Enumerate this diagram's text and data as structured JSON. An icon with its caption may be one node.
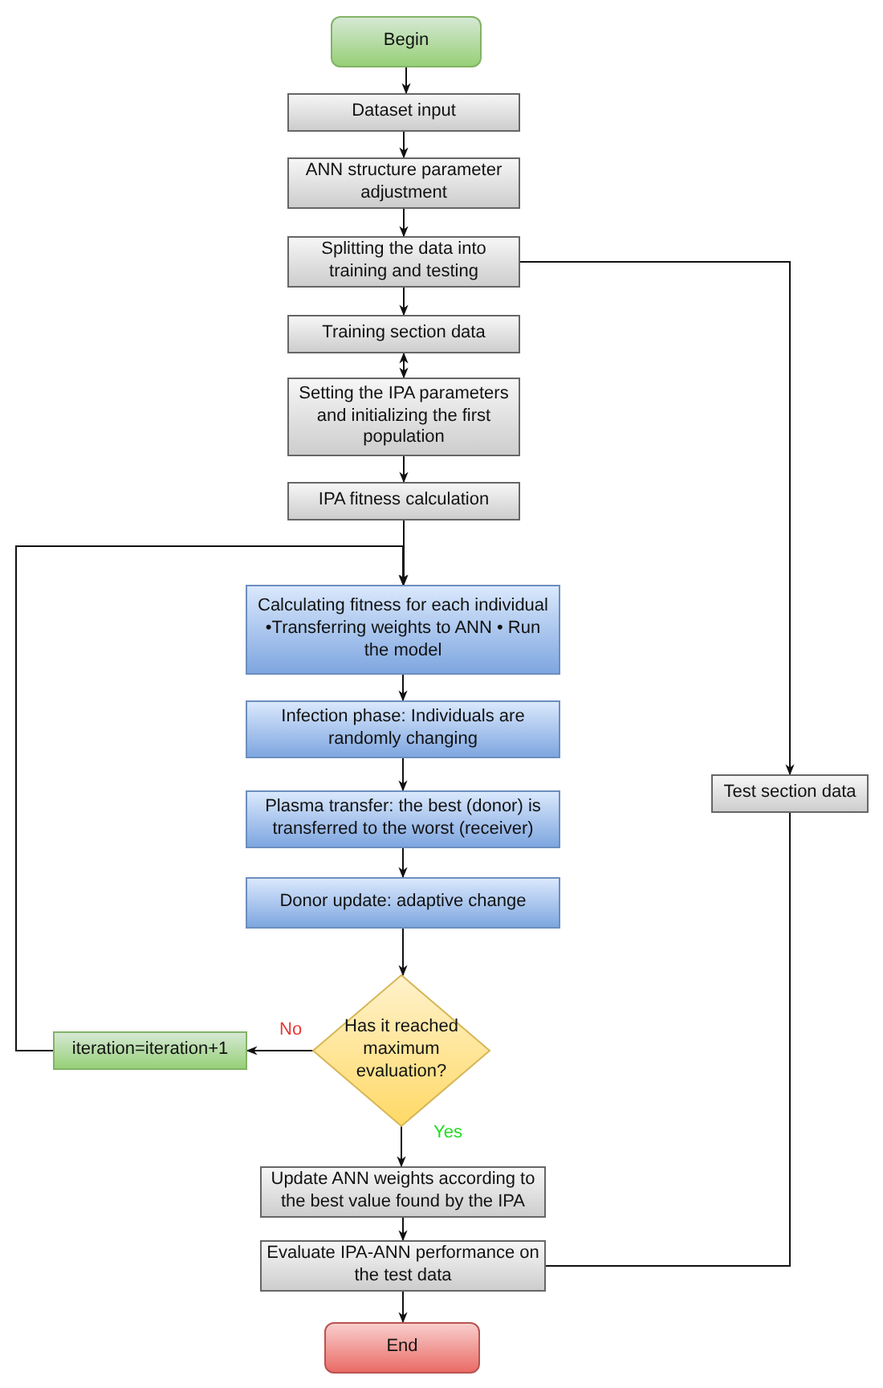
{
  "diagram": {
    "nodes": [
      {
        "text": [
          "Begin"
        ]
      },
      {
        "text": [
          "Dataset input"
        ]
      },
      {
        "text": [
          "ANN structure parameter adjustment"
        ]
      },
      {
        "text": [
          "Splitting the data into training and testing"
        ]
      },
      {
        "text": [
          "Training section data"
        ]
      },
      {
        "text": [
          "Setting the IPA parameters and initializing the first population"
        ]
      },
      {
        "text": [
          "IPA fitness calculation"
        ]
      },
      {
        "text": [
          "Calculating fitness for each individual •Transferring weights to ANN • Run the model"
        ]
      },
      {
        "text": [
          "Infection phase: Individuals are randomly changing"
        ]
      },
      {
        "text": [
          "Plasma transfer: the best (donor) is transferred to the worst (receiver)"
        ]
      },
      {
        "text": [
          "Donor update: adaptive change"
        ]
      },
      {
        "text": [
          "Has it reached maximum evaluation?"
        ]
      },
      {
        "text": [
          "iteration=iteration+1"
        ]
      },
      {
        "text": [
          "Update ANN weights according to the best value found by the IPA"
        ]
      },
      {
        "text": [
          "Evaluate IPA-ANN performance on the test data"
        ]
      },
      {
        "text": [
          "End"
        ]
      },
      {
        "text": [
          "Test section data"
        ]
      }
    ],
    "edges": [
      {
        "from": 0,
        "to": 1,
        "arrow": "to"
      },
      {
        "from": 1,
        "to": 2,
        "arrow": "to"
      },
      {
        "from": 2,
        "to": 3,
        "arrow": "to"
      },
      {
        "from": 3,
        "to": 4,
        "arrow": "to"
      },
      {
        "from": 4,
        "to": 5,
        "arrow": "both"
      },
      {
        "from": 5,
        "to": 6,
        "arrow": "to"
      },
      {
        "from": 6,
        "to": 7,
        "arrow": "to"
      },
      {
        "from": 7,
        "to": 8,
        "arrow": "to"
      },
      {
        "from": 8,
        "to": 9,
        "arrow": "to"
      },
      {
        "from": 9,
        "to": 10,
        "arrow": "to"
      },
      {
        "from": 10,
        "to": 11,
        "arrow": "to"
      },
      {
        "from": 11,
        "to": 12,
        "arrow": "to",
        "label": "No"
      },
      {
        "from": 12,
        "to": 7,
        "arrow": "to"
      },
      {
        "from": 11,
        "to": 13,
        "arrow": "to",
        "label": "Yes"
      },
      {
        "from": 13,
        "to": 14,
        "arrow": "to"
      },
      {
        "from": 14,
        "to": 15,
        "arrow": "to"
      },
      {
        "from": 3,
        "to": 16,
        "arrow": "to"
      },
      {
        "from": 16,
        "to": 14,
        "arrow": "none"
      }
    ]
  }
}
